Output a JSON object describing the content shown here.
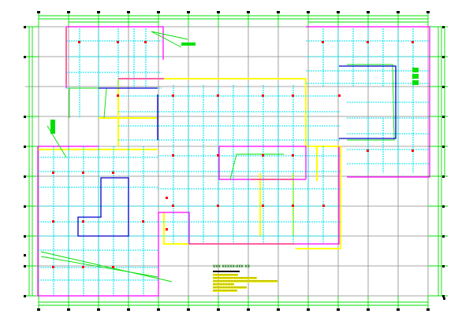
{
  "drawing": {
    "type": "structural floor plan (CAD)",
    "colors": {
      "grid": "#808080",
      "dimension": "#00e000",
      "outline": "#ff00ff",
      "beam": "#00e5ee",
      "wall": "#ffff00",
      "column": "#ff0000",
      "opening": "#0000cc",
      "marker": "#000000"
    },
    "axis_x": [
      43,
      76,
      109,
      142,
      175,
      208,
      241,
      274,
      307,
      340,
      373,
      406,
      439,
      472
    ],
    "axis_y": [
      34,
      72,
      110,
      148,
      186,
      224,
      262,
      300,
      338,
      376
    ],
    "note": {
      "title": "XXX XXXXX-XXX    XX",
      "lines": [
        "X XXXXXXXXXXXXXX",
        "XXXXXXXXXXXXXXXXXXXXXXXXXXX",
        "XXXXXXXXXXXXXXXXXXXXXXXXXXXXXXXXXXXXXXXX",
        "XXXXXXXXXXXXX",
        "XXXXXXXXXXXXXXXXXXXXX",
        "XXXXXXXXXXXXXXX"
      ]
    }
  }
}
